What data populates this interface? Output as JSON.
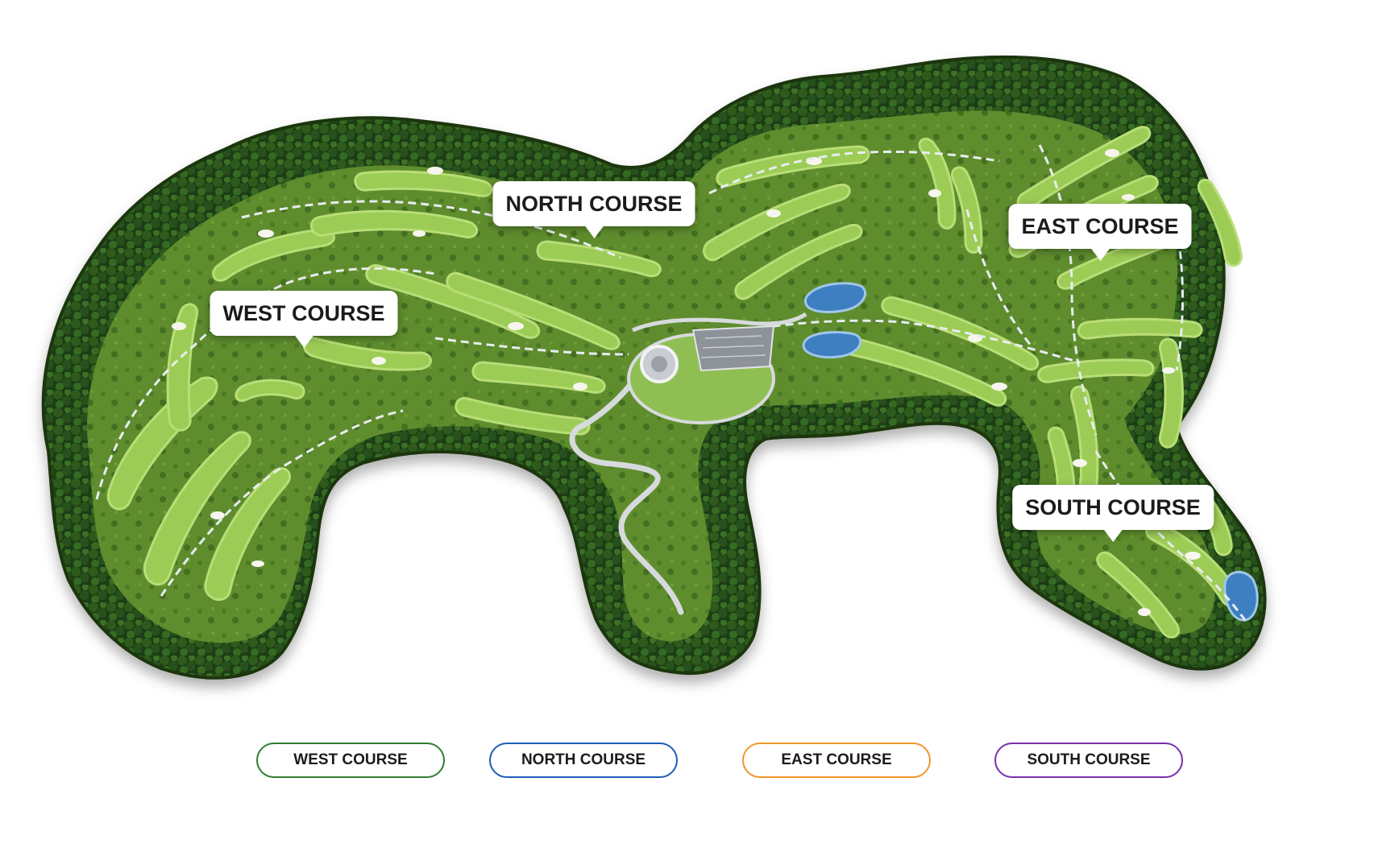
{
  "map": {
    "course_labels": {
      "west": "WEST COURSE",
      "north": "NORTH COURSE",
      "east": "EAST COURSE",
      "south": "SOUTH COURSE"
    }
  },
  "legend": {
    "items": [
      {
        "label": "WEST COURSE",
        "color": "#2e7d32"
      },
      {
        "label": "NORTH COURSE",
        "color": "#1e5bb8"
      },
      {
        "label": "EAST COURSE",
        "color": "#f0962a"
      },
      {
        "label": "SOUTH COURSE",
        "color": "#7b2fa8"
      }
    ]
  },
  "colors": {
    "forest_dark": "#1f3d12",
    "forest": "#2f5a1c",
    "rough": "#6c9a35",
    "fairway": "#9ccc55",
    "fairway_light": "#b6dc6c",
    "water": "#3e7fc2",
    "cart_path": "#e8ecef",
    "bunker": "#f6f6ee"
  }
}
